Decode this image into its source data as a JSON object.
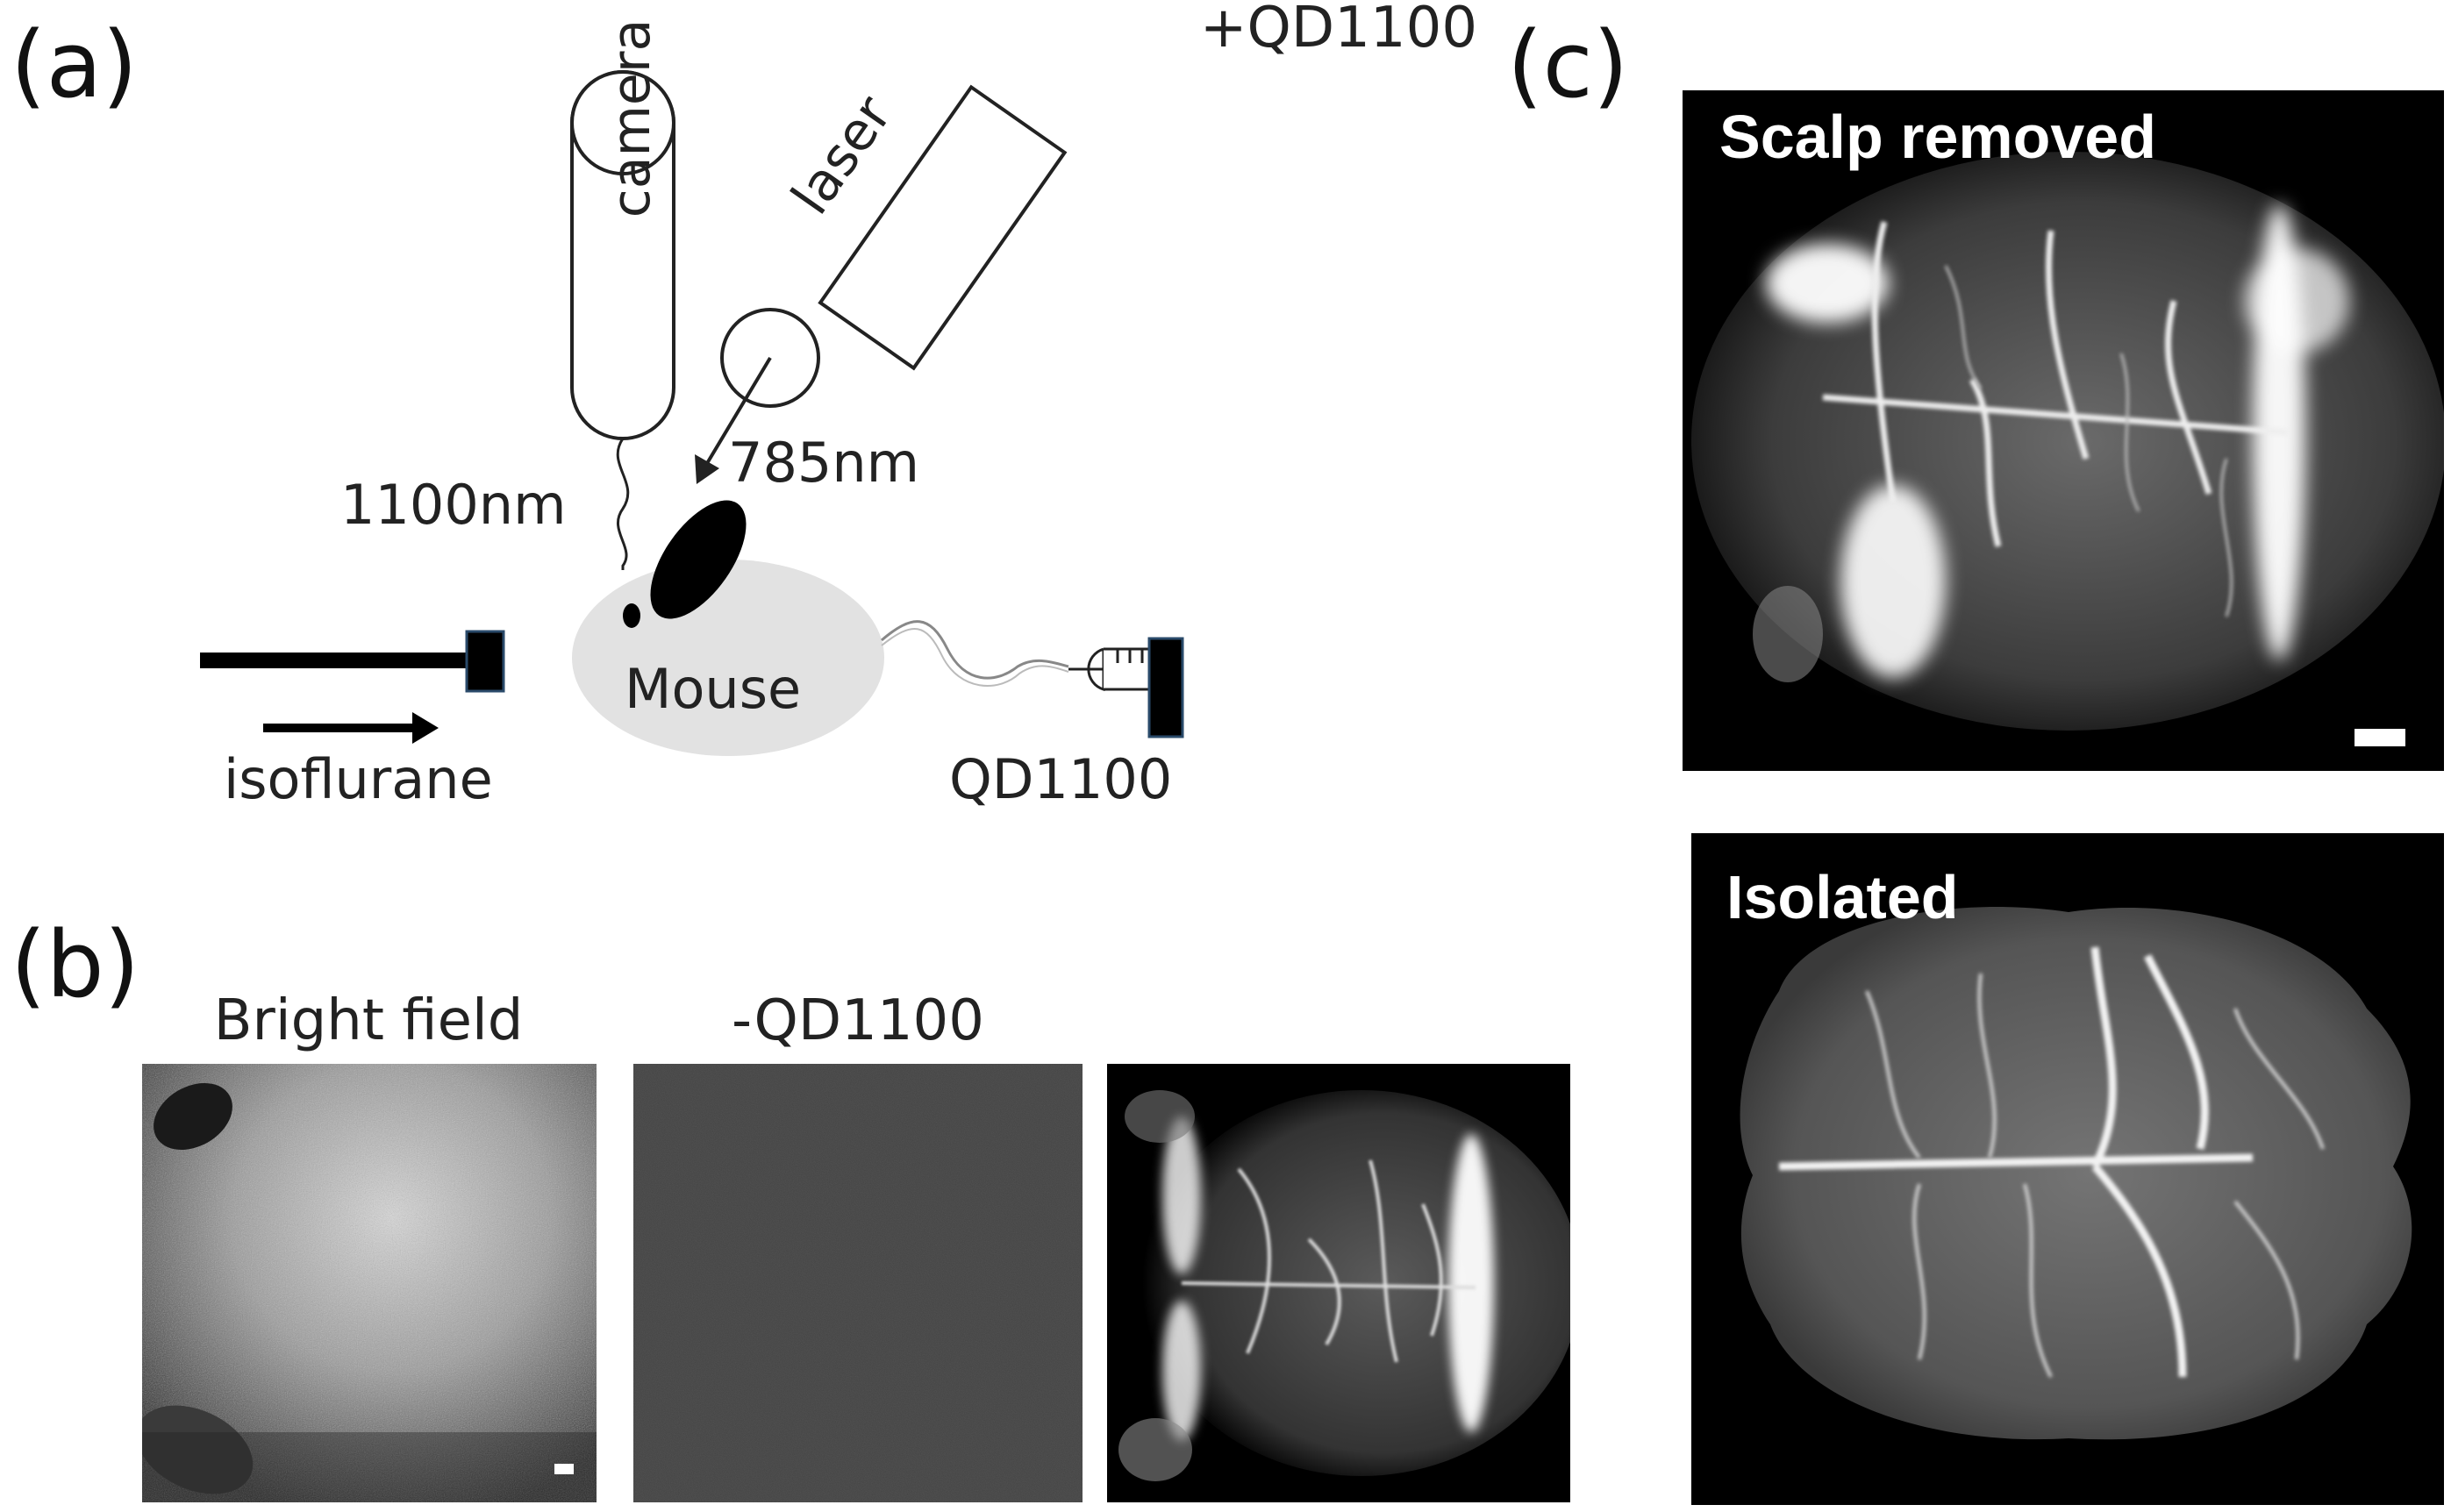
{
  "panel_a": {
    "letter": "(a)",
    "camera": "camera",
    "laser": "laser",
    "wavelength_emission": "1100nm",
    "wavelength_excitation": "785nm",
    "mouse": "Mouse",
    "isoflurane": "isoflurane",
    "qd": "QD1100"
  },
  "panel_b": {
    "letter": "(b)",
    "captions": [
      "Bright field",
      "-QD1100",
      "+QD1100"
    ]
  },
  "panel_c": {
    "letter": "(c)",
    "top_label": "Scalp removed",
    "bottom_label": "Isolated"
  }
}
